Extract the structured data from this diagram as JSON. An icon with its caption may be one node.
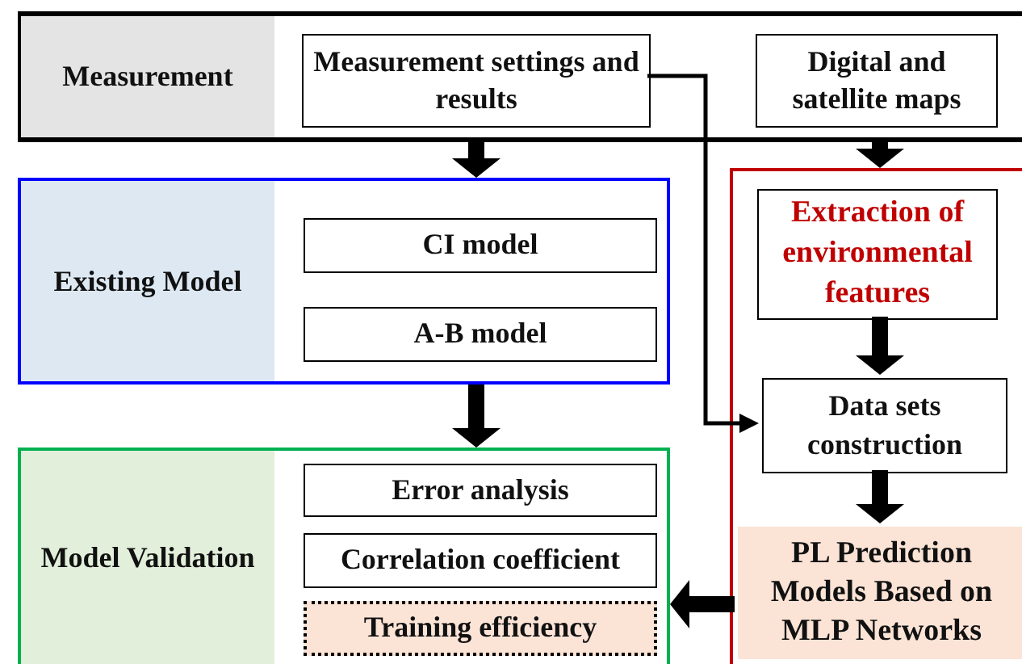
{
  "diagram": {
    "nodes": [
      {
        "text": [
          "Measurement"
        ]
      },
      {
        "text": [
          "Measurement settings and results"
        ],
        "in": 0
      },
      {
        "text": [
          "Digital and satellite maps"
        ],
        "in": 0
      },
      {
        "text": [
          "Existing Model"
        ]
      },
      {
        "text": [
          "CI model"
        ],
        "in": 3
      },
      {
        "text": [
          "A-B model"
        ],
        "in": 3
      },
      {
        "text": [],
        "shape": "box"
      },
      {
        "text": [
          "Extraction of environmental features"
        ],
        "in": 6
      },
      {
        "text": [
          "Data sets construction"
        ],
        "in": 6
      },
      {
        "text": [
          "PL Prediction Models Based on MLP Networks"
        ],
        "in": 6
      },
      {
        "text": [
          "Model Validation"
        ]
      },
      {
        "text": [
          "Error analysis"
        ],
        "in": 10
      },
      {
        "text": [
          "Correlation coefficient"
        ],
        "in": 10
      },
      {
        "text": [
          "Training efficiency"
        ],
        "in": 10
      }
    ],
    "edges": [
      {
        "from": 0,
        "to": 3,
        "arrow": "to"
      },
      {
        "from": 0,
        "to": 6,
        "arrow": "to"
      },
      {
        "from": 1,
        "to": 8,
        "arrow": "to"
      },
      {
        "from": 3,
        "to": 10,
        "arrow": "to"
      },
      {
        "from": 7,
        "to": 8,
        "arrow": "to"
      },
      {
        "from": 8,
        "to": 9,
        "arrow": "to"
      },
      {
        "from": 9,
        "to": 10,
        "arrow": "to"
      }
    ]
  }
}
